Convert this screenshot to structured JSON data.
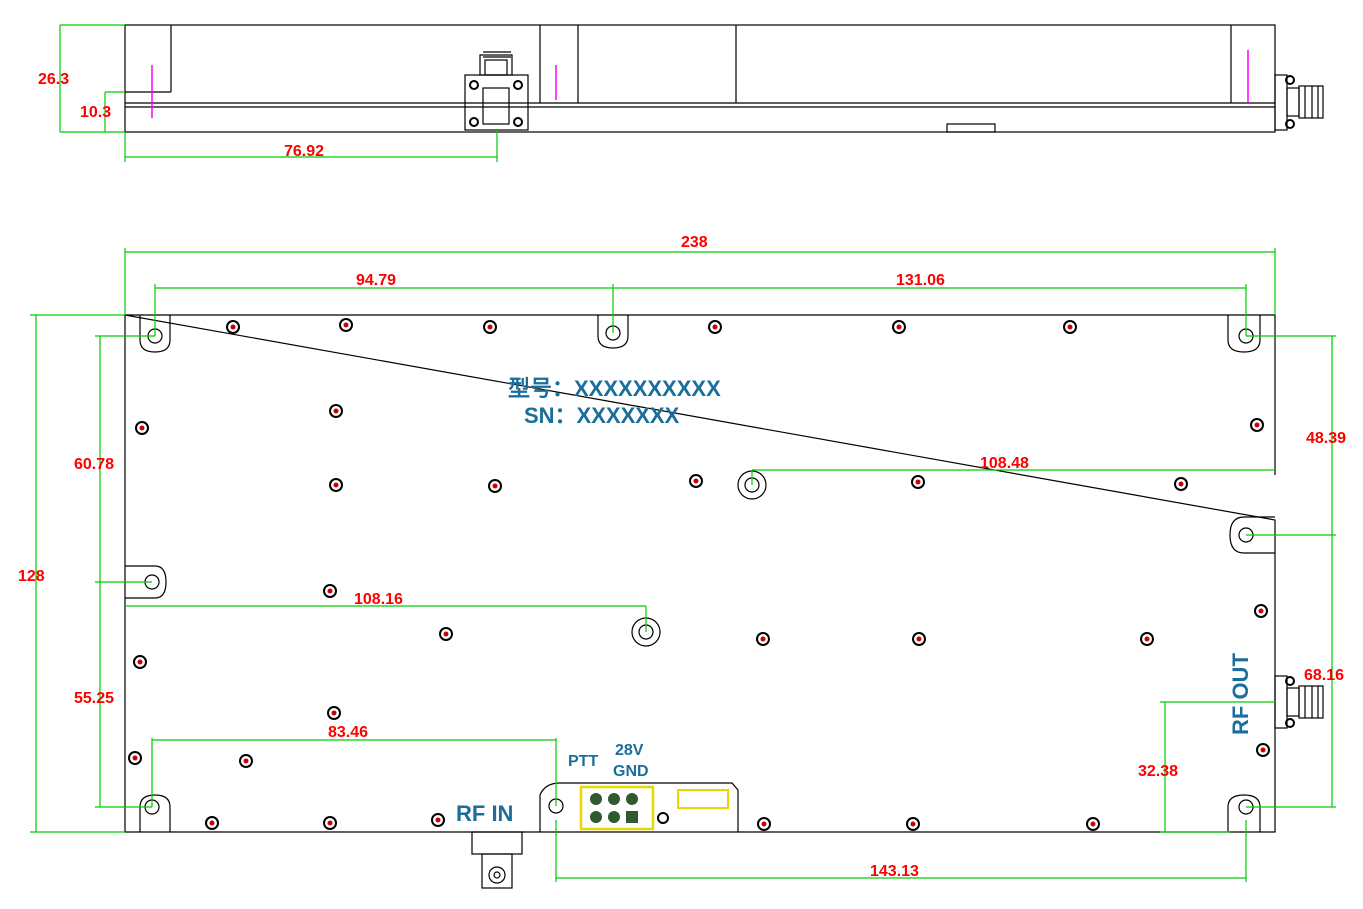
{
  "side_view": {
    "dims": {
      "height_total": "26.3",
      "height_base": "10.3",
      "connector_offset": "76.92"
    }
  },
  "top_view": {
    "dims": {
      "overall_width": "238",
      "hole_spacing_left": "94.79",
      "hole_spacing_right": "131.06",
      "overall_height": "128",
      "left_upper": "60.78",
      "left_lower": "55.25",
      "hole_offset_upper": "108.48",
      "hole_offset_lower": "108.16",
      "rf_in_offset": "83.46",
      "right_upper": "48.39",
      "right_middle": "68.16",
      "rf_out_height": "32.38",
      "bottom_offset": "143.13"
    },
    "labels": {
      "model": "型号：XXXXXXXXXX",
      "sn": "SN：XXXXXXX",
      "ptt": "PTT",
      "v28": "28V",
      "gnd": "GND",
      "rf_in": "RF IN",
      "rf_out": "RF OUT"
    }
  },
  "colors": {
    "dimension": "#ff0000",
    "dim_line": "#00cc00",
    "label": "#1b6e9c",
    "pin_box": "#e8d800"
  }
}
